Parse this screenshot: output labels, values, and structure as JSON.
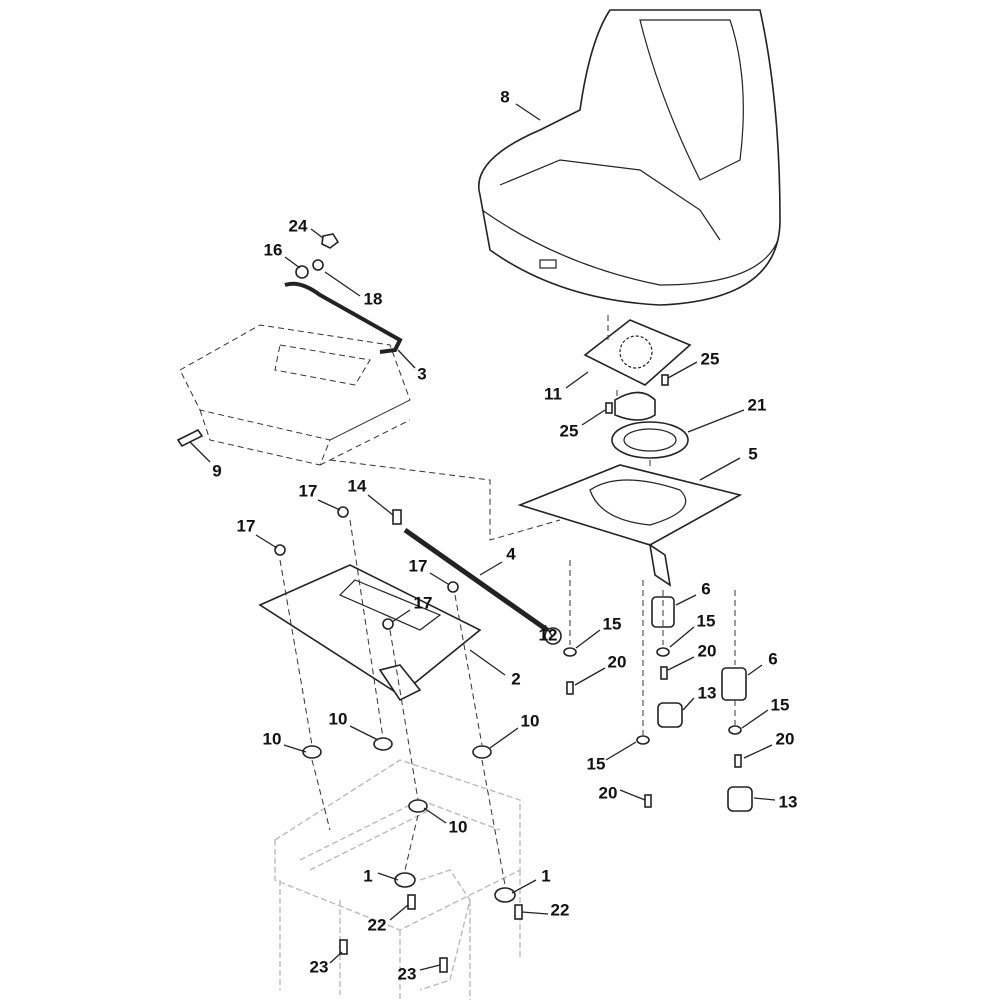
{
  "diagram": {
    "type": "exploded parts diagram",
    "callouts": [
      "8",
      "24",
      "16",
      "18",
      "3",
      "11",
      "25",
      "25",
      "21",
      "9",
      "5",
      "17",
      "14",
      "17",
      "4",
      "17",
      "17",
      "12",
      "6",
      "15",
      "15",
      "2",
      "20",
      "20",
      "6",
      "13",
      "15",
      "10",
      "10",
      "10",
      "20",
      "15",
      "20",
      "13",
      "10",
      "1",
      "1",
      "22",
      "22",
      "23",
      "23"
    ]
  }
}
